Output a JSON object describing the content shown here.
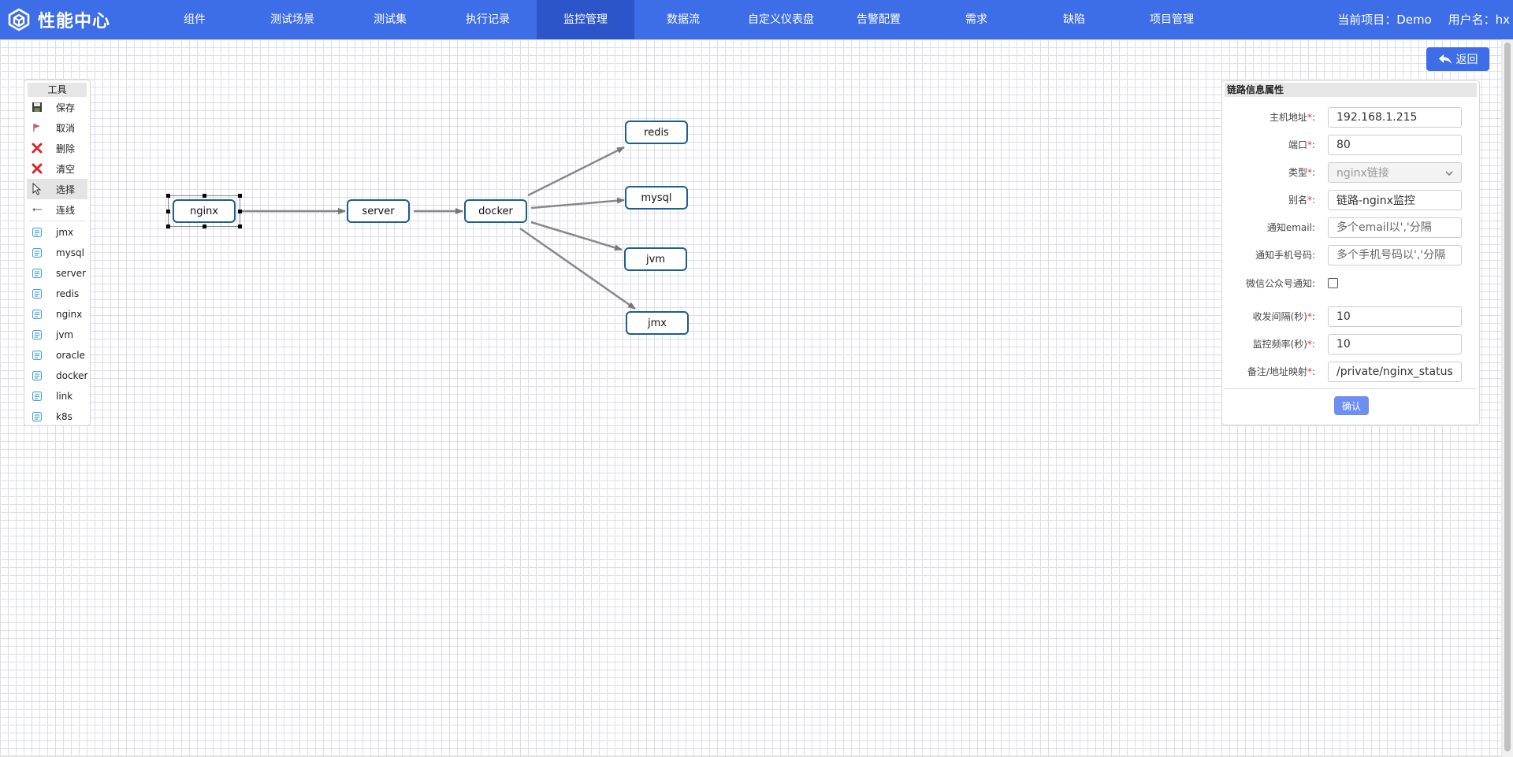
{
  "brand": {
    "title": "性能中心"
  },
  "nav": [
    {
      "label": "组件",
      "active": false
    },
    {
      "label": "测试场景",
      "active": false
    },
    {
      "label": "测试集",
      "active": false
    },
    {
      "label": "执行记录",
      "active": false
    },
    {
      "label": "监控管理",
      "active": true
    },
    {
      "label": "数据流",
      "active": false
    },
    {
      "label": "自定义仪表盘",
      "active": false
    },
    {
      "label": "告警配置",
      "active": false
    },
    {
      "label": "需求",
      "active": false
    },
    {
      "label": "缺陷",
      "active": false
    },
    {
      "label": "项目管理",
      "active": false
    }
  ],
  "user": {
    "project": "当前项目：Demo",
    "username": "用户名：hx"
  },
  "back_button": {
    "label": "返回"
  },
  "tools": {
    "title": "工具",
    "actions": [
      {
        "label": "保存",
        "icon": "save-icon"
      },
      {
        "label": "取消",
        "icon": "undo-icon"
      },
      {
        "label": "删除",
        "icon": "delete-icon"
      },
      {
        "label": "清空",
        "icon": "clear-icon"
      },
      {
        "label": "选择",
        "icon": "cursor-icon",
        "selected": true
      },
      {
        "label": "连线",
        "icon": "line-icon"
      }
    ],
    "components": [
      {
        "label": "jmx",
        "icon": "jmx-icon"
      },
      {
        "label": "mysql",
        "icon": "mysql-icon"
      },
      {
        "label": "server",
        "icon": "server-icon"
      },
      {
        "label": "redis",
        "icon": "redis-icon"
      },
      {
        "label": "nginx",
        "icon": "nginx-icon"
      },
      {
        "label": "jvm",
        "icon": "jvm-icon"
      },
      {
        "label": "oracle",
        "icon": "oracle-icon"
      },
      {
        "label": "docker",
        "icon": "docker-icon"
      },
      {
        "label": "link",
        "icon": "link-icon"
      },
      {
        "label": "k8s",
        "icon": "k8s-icon"
      }
    ]
  },
  "graph": {
    "nodes": {
      "nginx": "nginx",
      "server": "server",
      "docker": "docker",
      "redis": "redis",
      "mysql": "mysql",
      "jvm": "jvm",
      "jmx": "jmx"
    }
  },
  "properties": {
    "title": "链路信息属性",
    "host": {
      "label": "主机地址",
      "value": "192.168.1.215"
    },
    "port": {
      "label": "端口",
      "value": "80"
    },
    "type": {
      "label": "类型",
      "value": "nginx链接"
    },
    "alias": {
      "label": "别名",
      "value": "链路-nginx监控"
    },
    "email": {
      "label": "通知email:",
      "placeholder": "多个email以','分隔"
    },
    "phone": {
      "label": "通知手机号码:",
      "placeholder": "多个手机号码以','分隔"
    },
    "wechat": {
      "label": "微信公众号通知:"
    },
    "interval": {
      "label": "收发间隔(秒)",
      "value": "10"
    },
    "frequency": {
      "label": "监控频率(秒)",
      "value": "10"
    },
    "remark": {
      "label": "备注/地址映射",
      "value": "/private/nginx_status"
    },
    "confirm_label": "确认"
  }
}
